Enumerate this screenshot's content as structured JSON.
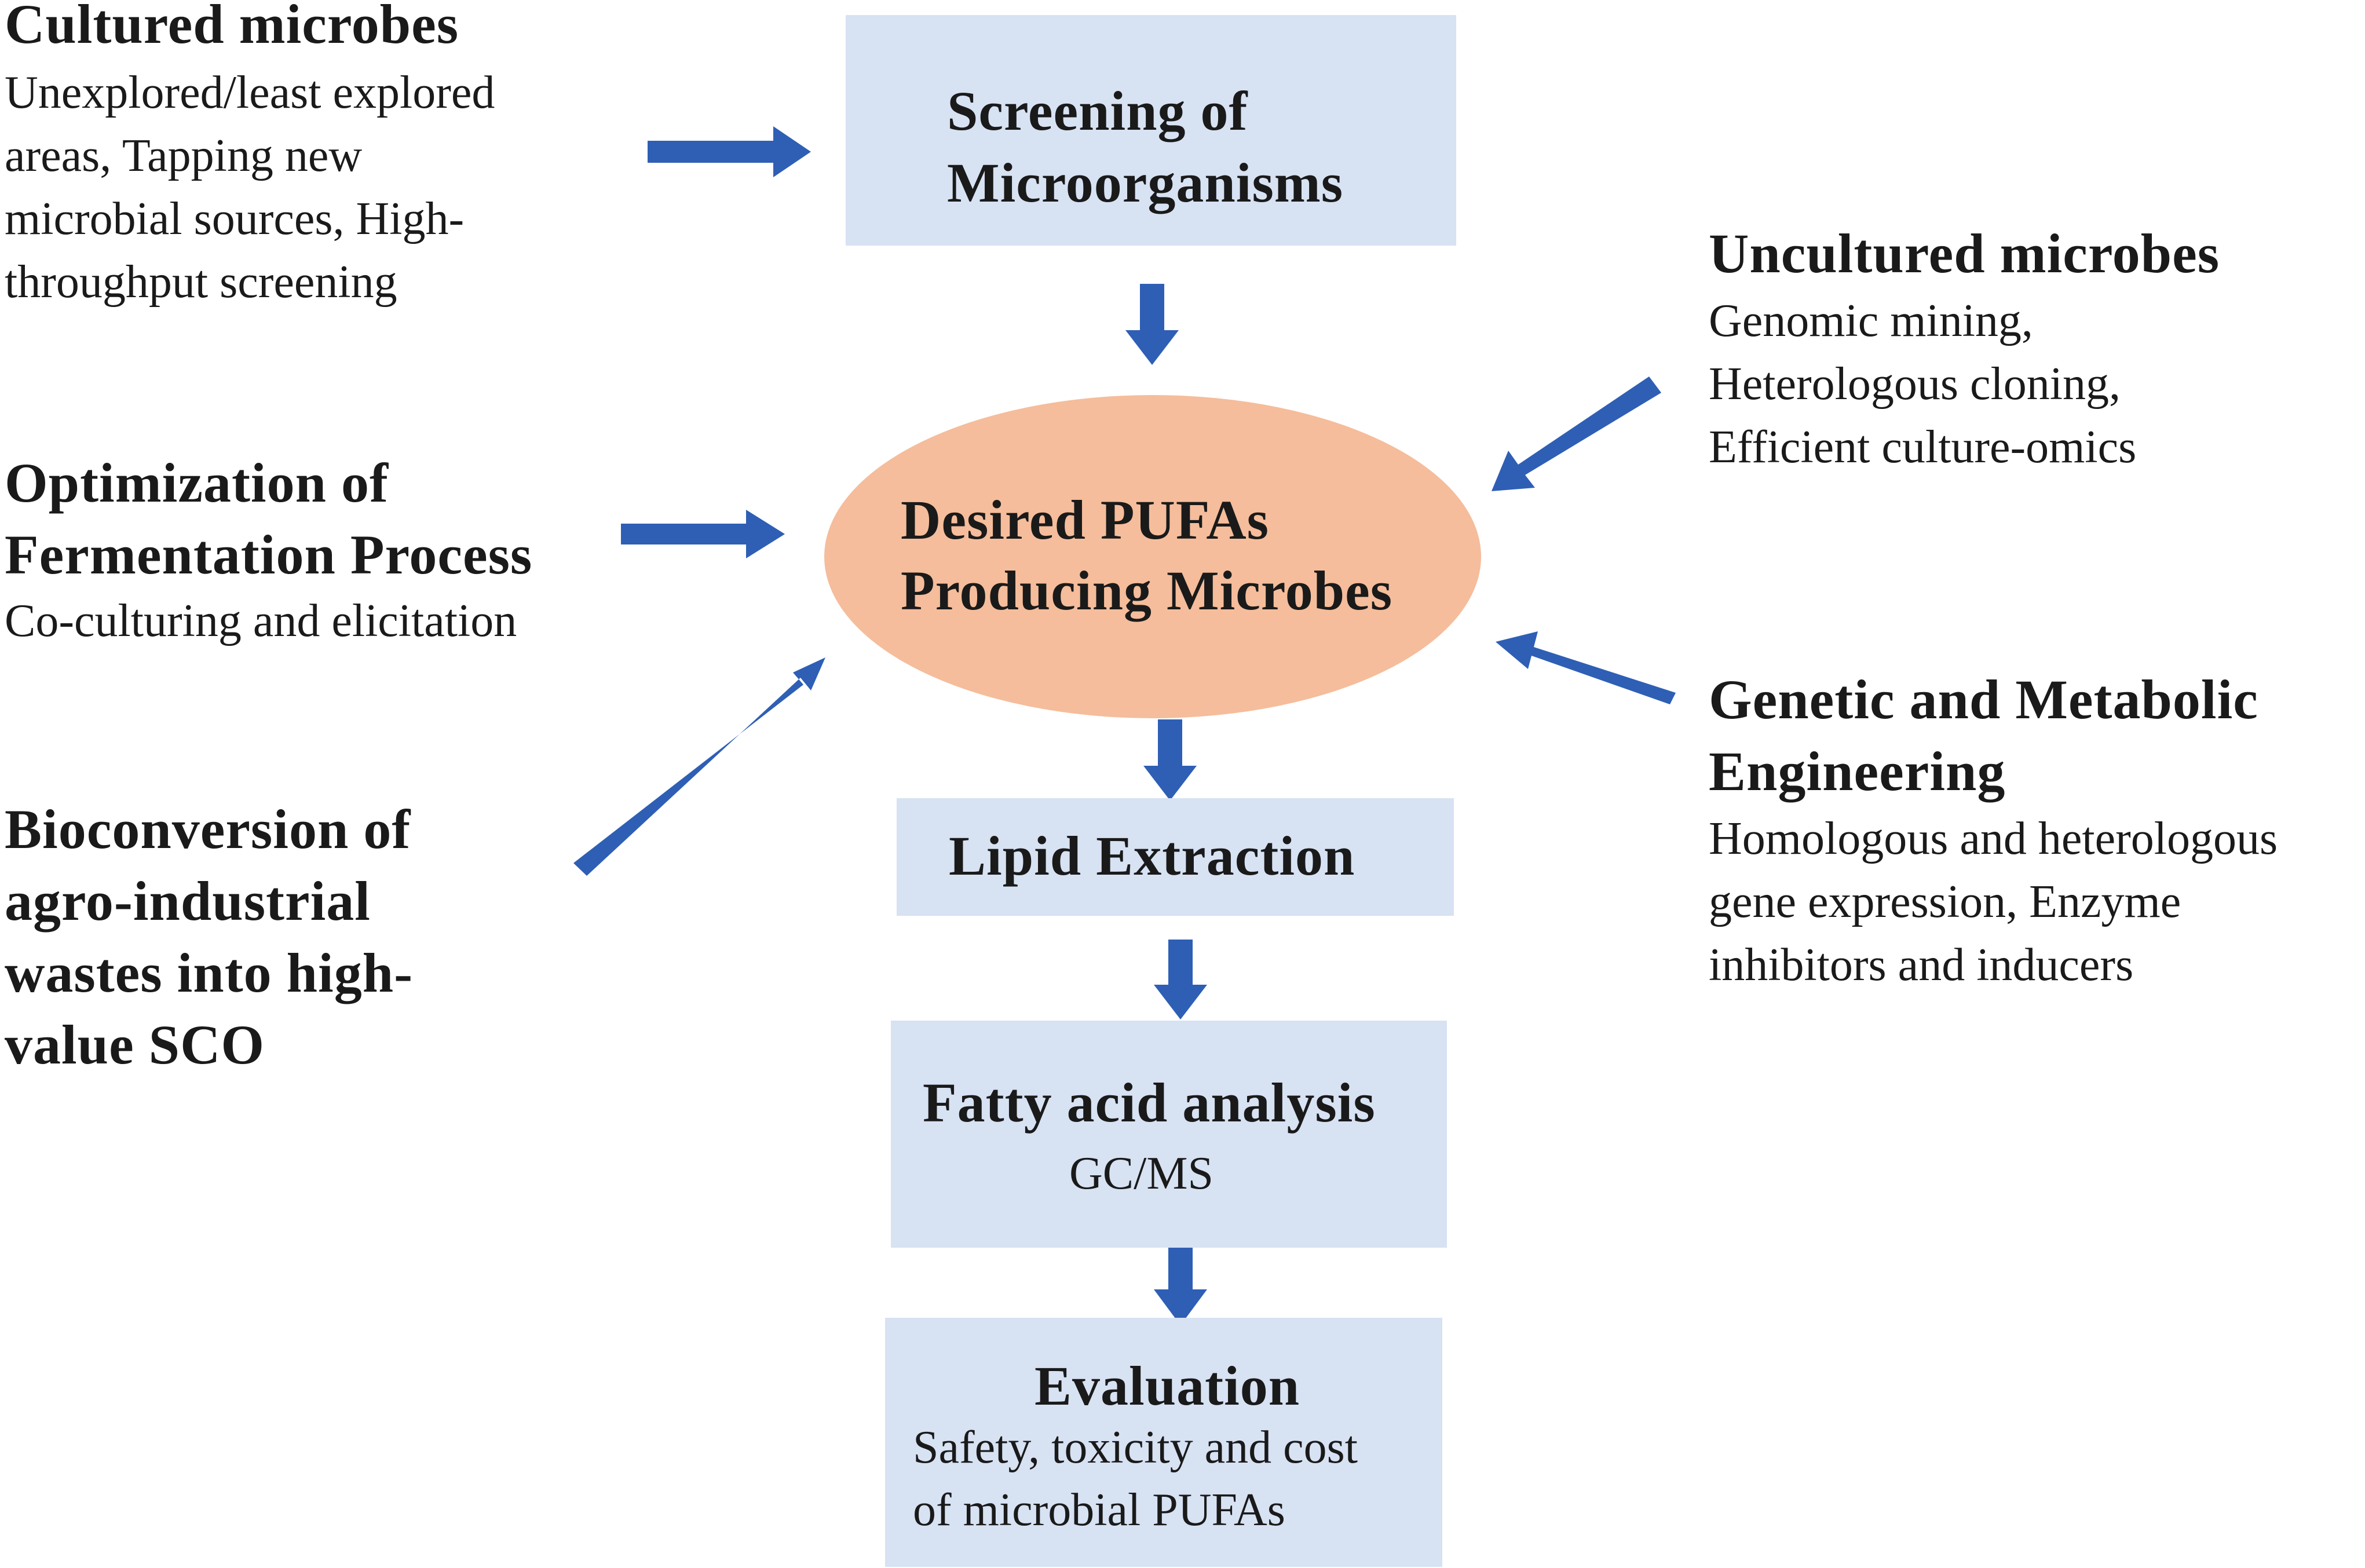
{
  "center": {
    "line1": "Desired PUFAs",
    "line2": "Producing Microbes"
  },
  "flow": {
    "screening": {
      "line1": "Screening of",
      "line2": "Microorganisms"
    },
    "lipid": {
      "title": "Lipid  Extraction"
    },
    "fatty": {
      "title": "Fatty acid analysis",
      "sub": "GC/MS"
    },
    "evaluation": {
      "title": "Evaluation",
      "sub1": "Safety, toxicity and cost",
      "sub2": "of microbial PUFAs"
    }
  },
  "inputs": {
    "cultured": {
      "title": "Cultured  microbes",
      "lines": [
        "Unexplored/least  explored",
        "areas, Tapping new",
        "microbial  sources, High-",
        "throughput screening"
      ]
    },
    "optimization": {
      "title1": "Optimization  of",
      "title2": "Fermentation  Process",
      "body": "Co-culturing  and elicitation"
    },
    "bioconversion": {
      "lines": [
        "Bioconversion  of",
        "agro-industrial",
        "wastes into high-",
        "value SCO"
      ]
    },
    "uncultured": {
      "title": "Uncultured  microbes",
      "lines": [
        "Genomic mining,",
        "Heterologous  cloning,",
        "Efficient  culture-omics"
      ]
    },
    "genetic": {
      "title1": "Genetic  and  Metabolic",
      "title2": "Engineering",
      "lines": [
        "Homologous and heterologous",
        "gene expression, Enzyme",
        "inhibitors  and inducers"
      ]
    }
  },
  "colors": {
    "box_fill": "#d7e2f3",
    "ellipse_fill": "#f5bd9b",
    "arrow": "#2e5fb5"
  }
}
